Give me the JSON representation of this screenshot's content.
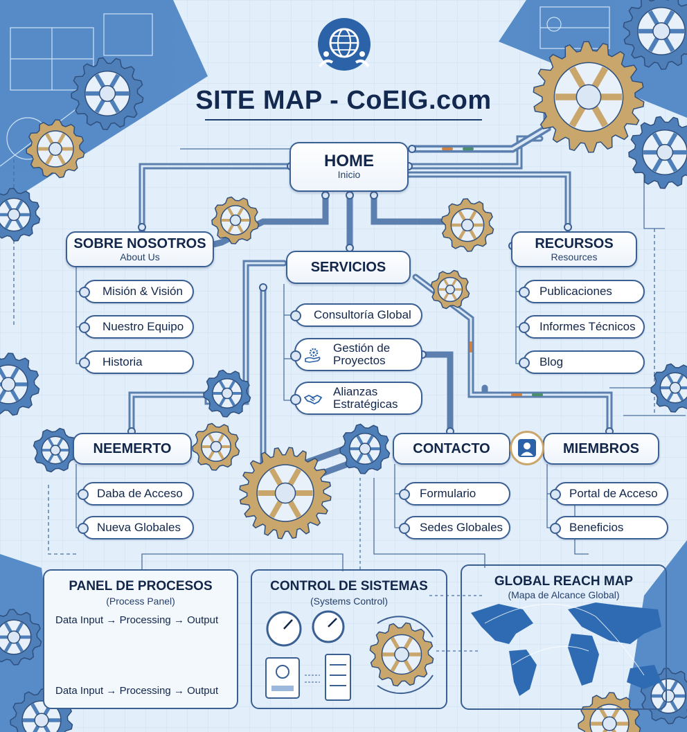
{
  "title": "SITE MAP - CoEIG.com",
  "colors": {
    "primary": "#3a5f93",
    "dark": "#12264a",
    "gear_gold": "#c9a66b",
    "gear_blue": "#4f7fb8",
    "background": "#e2eef9"
  },
  "logo_icon": "globe-people-icon",
  "home": {
    "title": "HOME",
    "subtitle": "Inicio"
  },
  "sobre": {
    "title": "SOBRE NOSOTROS",
    "subtitle": "About Us",
    "items": [
      "Misión & Visión",
      "Nuestro Equipo",
      "Historia"
    ]
  },
  "servicios": {
    "title": "SERVICIOS",
    "items": [
      {
        "label": "Consultoría Global"
      },
      {
        "label": "Gestión de\nProyectos",
        "icon": "gear-hand-icon"
      },
      {
        "label": "Alianzas\nEstratégicas",
        "icon": "handshake-icon"
      }
    ]
  },
  "recursos": {
    "title": "RECURSOS",
    "subtitle": "Resources",
    "items": [
      "Publicaciones",
      "Informes Técnicos",
      "Blog"
    ]
  },
  "neemerto": {
    "title": "NEEMERTO",
    "items": [
      "Daba de Acceso",
      "Nueva Globales"
    ]
  },
  "contacto": {
    "title": "CONTACTO",
    "items": [
      "Formulario",
      "Sedes Globales"
    ]
  },
  "miembros": {
    "title": "MIEMBROS",
    "icon": "user-icon",
    "items": [
      "Portal de Acceso",
      "Beneficios"
    ]
  },
  "panel_procesos": {
    "title": "PANEL DE PROCESOS",
    "subtitle": "(Process Panel)",
    "flow_top": [
      "Data Input",
      "Processing",
      "Output"
    ],
    "flow_bottom": [
      "Data Input",
      "Processing",
      "Output"
    ],
    "arrow": "→"
  },
  "control_sistemas": {
    "title": "CONTROL DE SISTEMAS",
    "subtitle": "(Systems Control)"
  },
  "global_reach": {
    "title": "GLOBAL REACH MAP",
    "subtitle": "(Mapa de Alcance Global)"
  }
}
